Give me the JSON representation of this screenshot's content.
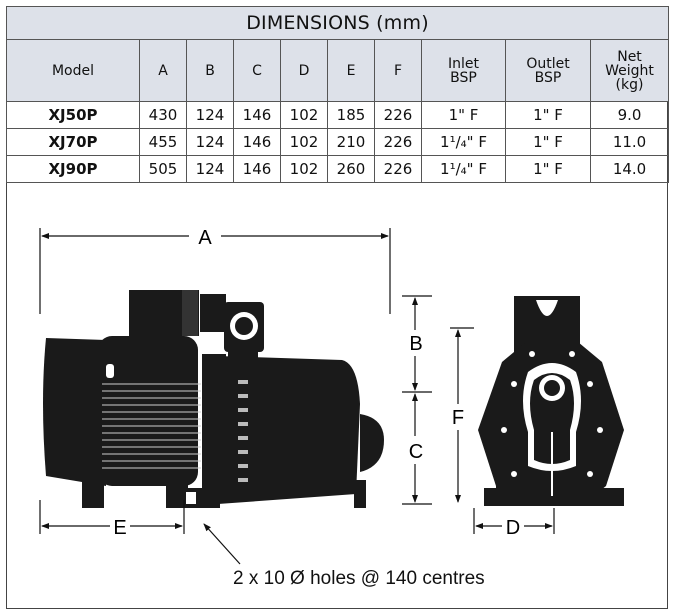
{
  "table": {
    "title": "DIMENSIONS (mm)",
    "headers": {
      "model": "Model",
      "a": "A",
      "b": "B",
      "c": "C",
      "d": "D",
      "e": "E",
      "f": "F",
      "inlet_l1": "Inlet",
      "inlet_l2": "BSP",
      "outlet_l1": "Outlet",
      "outlet_l2": "BSP",
      "weight_l1": "Net",
      "weight_l2": "Weight",
      "weight_l3": "(kg)"
    },
    "rows": [
      {
        "model": "XJ50P",
        "a": "430",
        "b": "124",
        "c": "146",
        "d": "102",
        "e": "185",
        "f": "226",
        "inlet": "1\" F",
        "outlet": "1\" F",
        "weight": "9.0"
      },
      {
        "model": "XJ70P",
        "a": "455",
        "b": "124",
        "c": "146",
        "d": "102",
        "e": "210",
        "f": "226",
        "inlet": "1¹/₄\" F",
        "outlet": "1\" F",
        "weight": "11.0"
      },
      {
        "model": "XJ90P",
        "a": "505",
        "b": "124",
        "c": "146",
        "d": "102",
        "e": "260",
        "f": "226",
        "inlet": "1¹/₄\" F",
        "outlet": "1\" F",
        "weight": "14.0"
      }
    ]
  },
  "drawing": {
    "label_a": "A",
    "label_b": "B",
    "label_c": "C",
    "label_d": "D",
    "label_e": "E",
    "label_f": "F",
    "caption": "2 x 10 Ø holes @ 140 centres"
  }
}
